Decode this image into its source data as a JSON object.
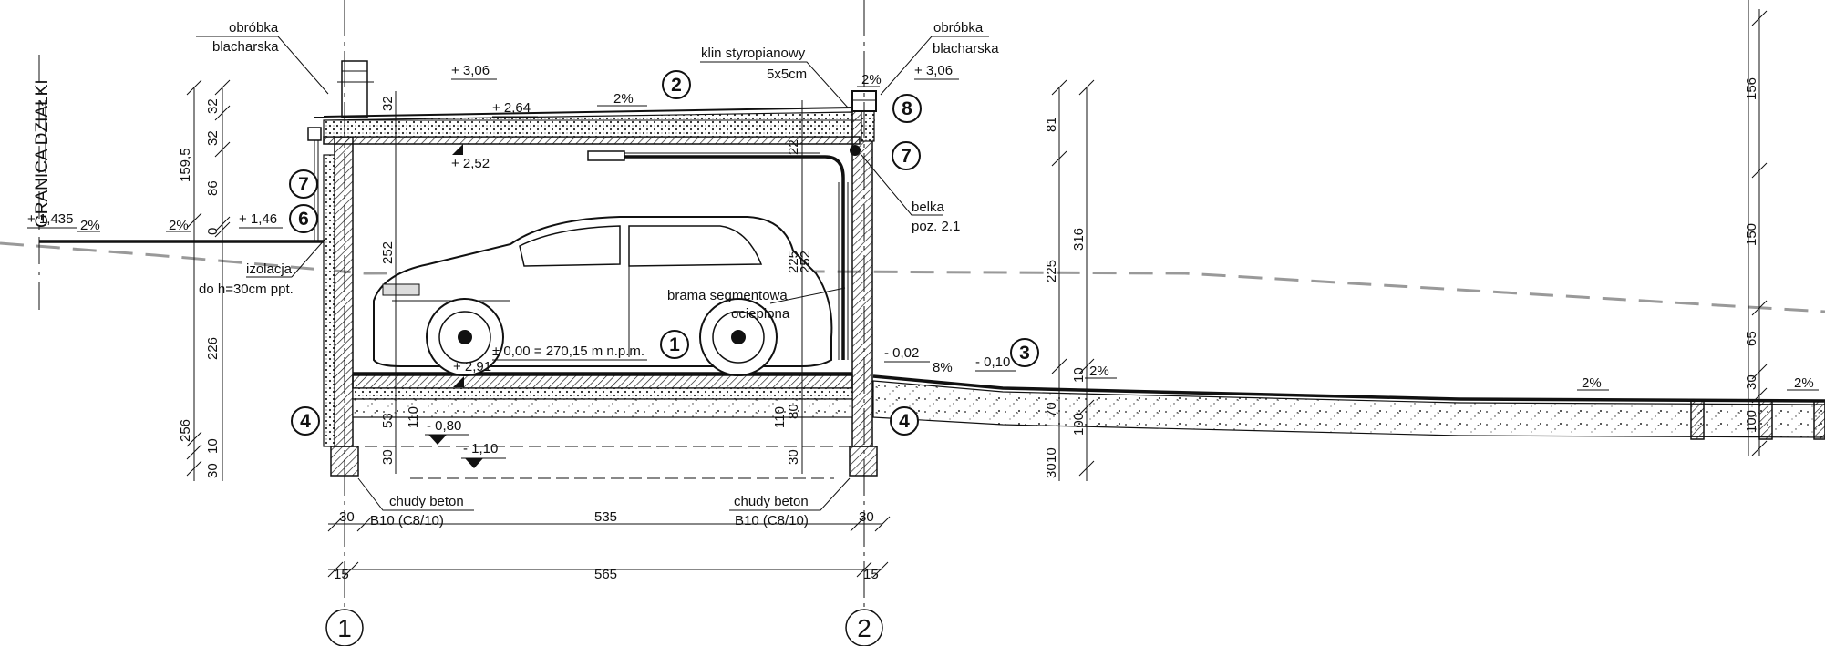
{
  "boundary": {
    "label": "GRANICA DZIAŁKI"
  },
  "labels": {
    "obrobka_left": [
      "obróbka",
      "blacharska"
    ],
    "obrobka_right": [
      "obróbka",
      "blacharska"
    ],
    "klin": [
      "klin styropianowy",
      "5x5cm"
    ],
    "belka": [
      "belka",
      "poz. 2.1"
    ],
    "izolacja": [
      "izolacja",
      "do h=30cm ppt."
    ],
    "brama": [
      "brama segmentowa",
      "ocieplona"
    ],
    "zero_level": "± 0,00 = 270,15 m n.p.m.",
    "chudy_left": [
      "chudy beton",
      "B10 (C8/10)"
    ],
    "chudy_right": [
      "chudy beton",
      "B10 (C8/10)"
    ]
  },
  "levels": {
    "l306a": "+ 3,06",
    "l306b": "+ 3,06",
    "l264": "+ 2,64",
    "l252": "+ 2,52",
    "l1435": "+ 1,435",
    "l146": "+ 1,46",
    "l002": "- 0,02",
    "l010": "- 0,10",
    "l080": "- 0,80",
    "l110": "- 1,10",
    "l291": "+ 2,91"
  },
  "slopes": [
    "2%",
    "2%",
    "2%",
    "2%",
    "2%",
    "8%",
    "2%",
    "2%",
    "2%"
  ],
  "markers": [
    "1",
    "2",
    "3",
    "4",
    "4",
    "6",
    "7",
    "7",
    "8"
  ],
  "axes": [
    "1",
    "2"
  ],
  "dims": {
    "left_outer": [
      "159,5",
      "226",
      "256",
      "10",
      "30"
    ],
    "left_inner": [
      "32",
      "32",
      "86",
      "0"
    ],
    "wall_left": [
      "32",
      "252",
      "53",
      "110",
      "30"
    ],
    "wall_right": [
      "22",
      "252",
      "225",
      "110",
      "30",
      "80"
    ],
    "mid_right": [
      "81",
      "225",
      "316",
      "10",
      "70",
      "100",
      "10",
      "30"
    ],
    "far_right": [
      "156",
      "150",
      "65",
      "30",
      "100"
    ],
    "bottom": [
      "30",
      "535",
      "30",
      "15",
      "565",
      "15"
    ]
  }
}
